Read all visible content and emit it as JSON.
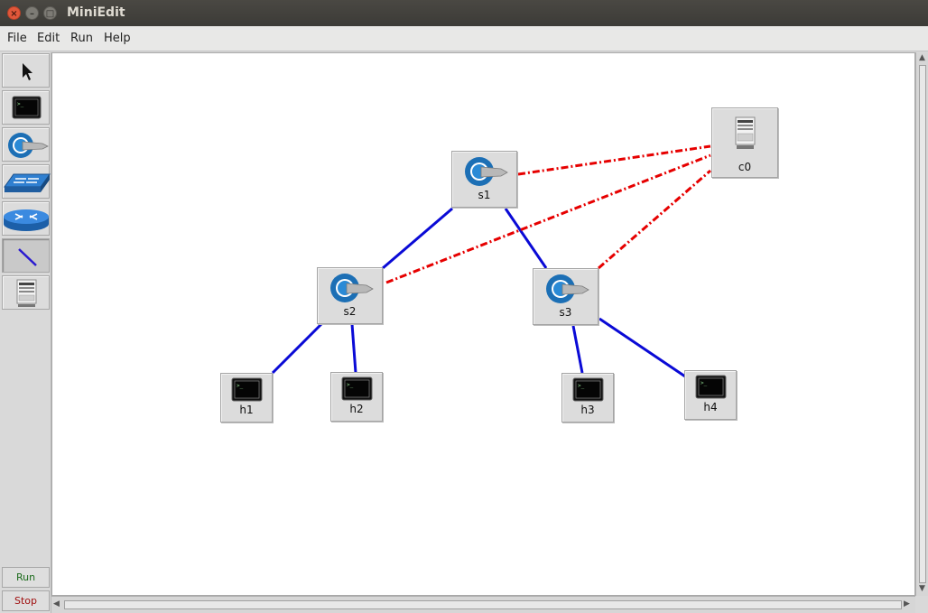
{
  "window": {
    "title": "MiniEdit"
  },
  "menu": {
    "items": [
      "File",
      "Edit",
      "Run",
      "Help"
    ]
  },
  "toolbar": {
    "tools": [
      "select-arrow-icon",
      "host-icon",
      "switch-icon",
      "legacy-switch-icon",
      "router-icon",
      "link-tool-icon",
      "controller-icon"
    ],
    "run_label": "Run",
    "stop_label": "Stop"
  },
  "colors": {
    "data_link": "#0a0ad6",
    "control_link": "#e60000",
    "run_text": "#1c6b1c",
    "stop_text": "#a01010"
  },
  "network": {
    "switches": [
      {
        "label": "s1"
      },
      {
        "label": "s2"
      },
      {
        "label": "s3"
      }
    ],
    "hosts": [
      {
        "label": "h1"
      },
      {
        "label": "h2"
      },
      {
        "label": "h3"
      },
      {
        "label": "h4"
      }
    ],
    "controllers": [
      {
        "label": "c0"
      }
    ],
    "data_links": [
      [
        "s1",
        "s2"
      ],
      [
        "s1",
        "s3"
      ],
      [
        "s2",
        "h1"
      ],
      [
        "s2",
        "h2"
      ],
      [
        "s3",
        "h3"
      ],
      [
        "s3",
        "h4"
      ]
    ],
    "control_links": [
      [
        "c0",
        "s1"
      ],
      [
        "c0",
        "s2"
      ],
      [
        "c0",
        "s3"
      ]
    ]
  }
}
